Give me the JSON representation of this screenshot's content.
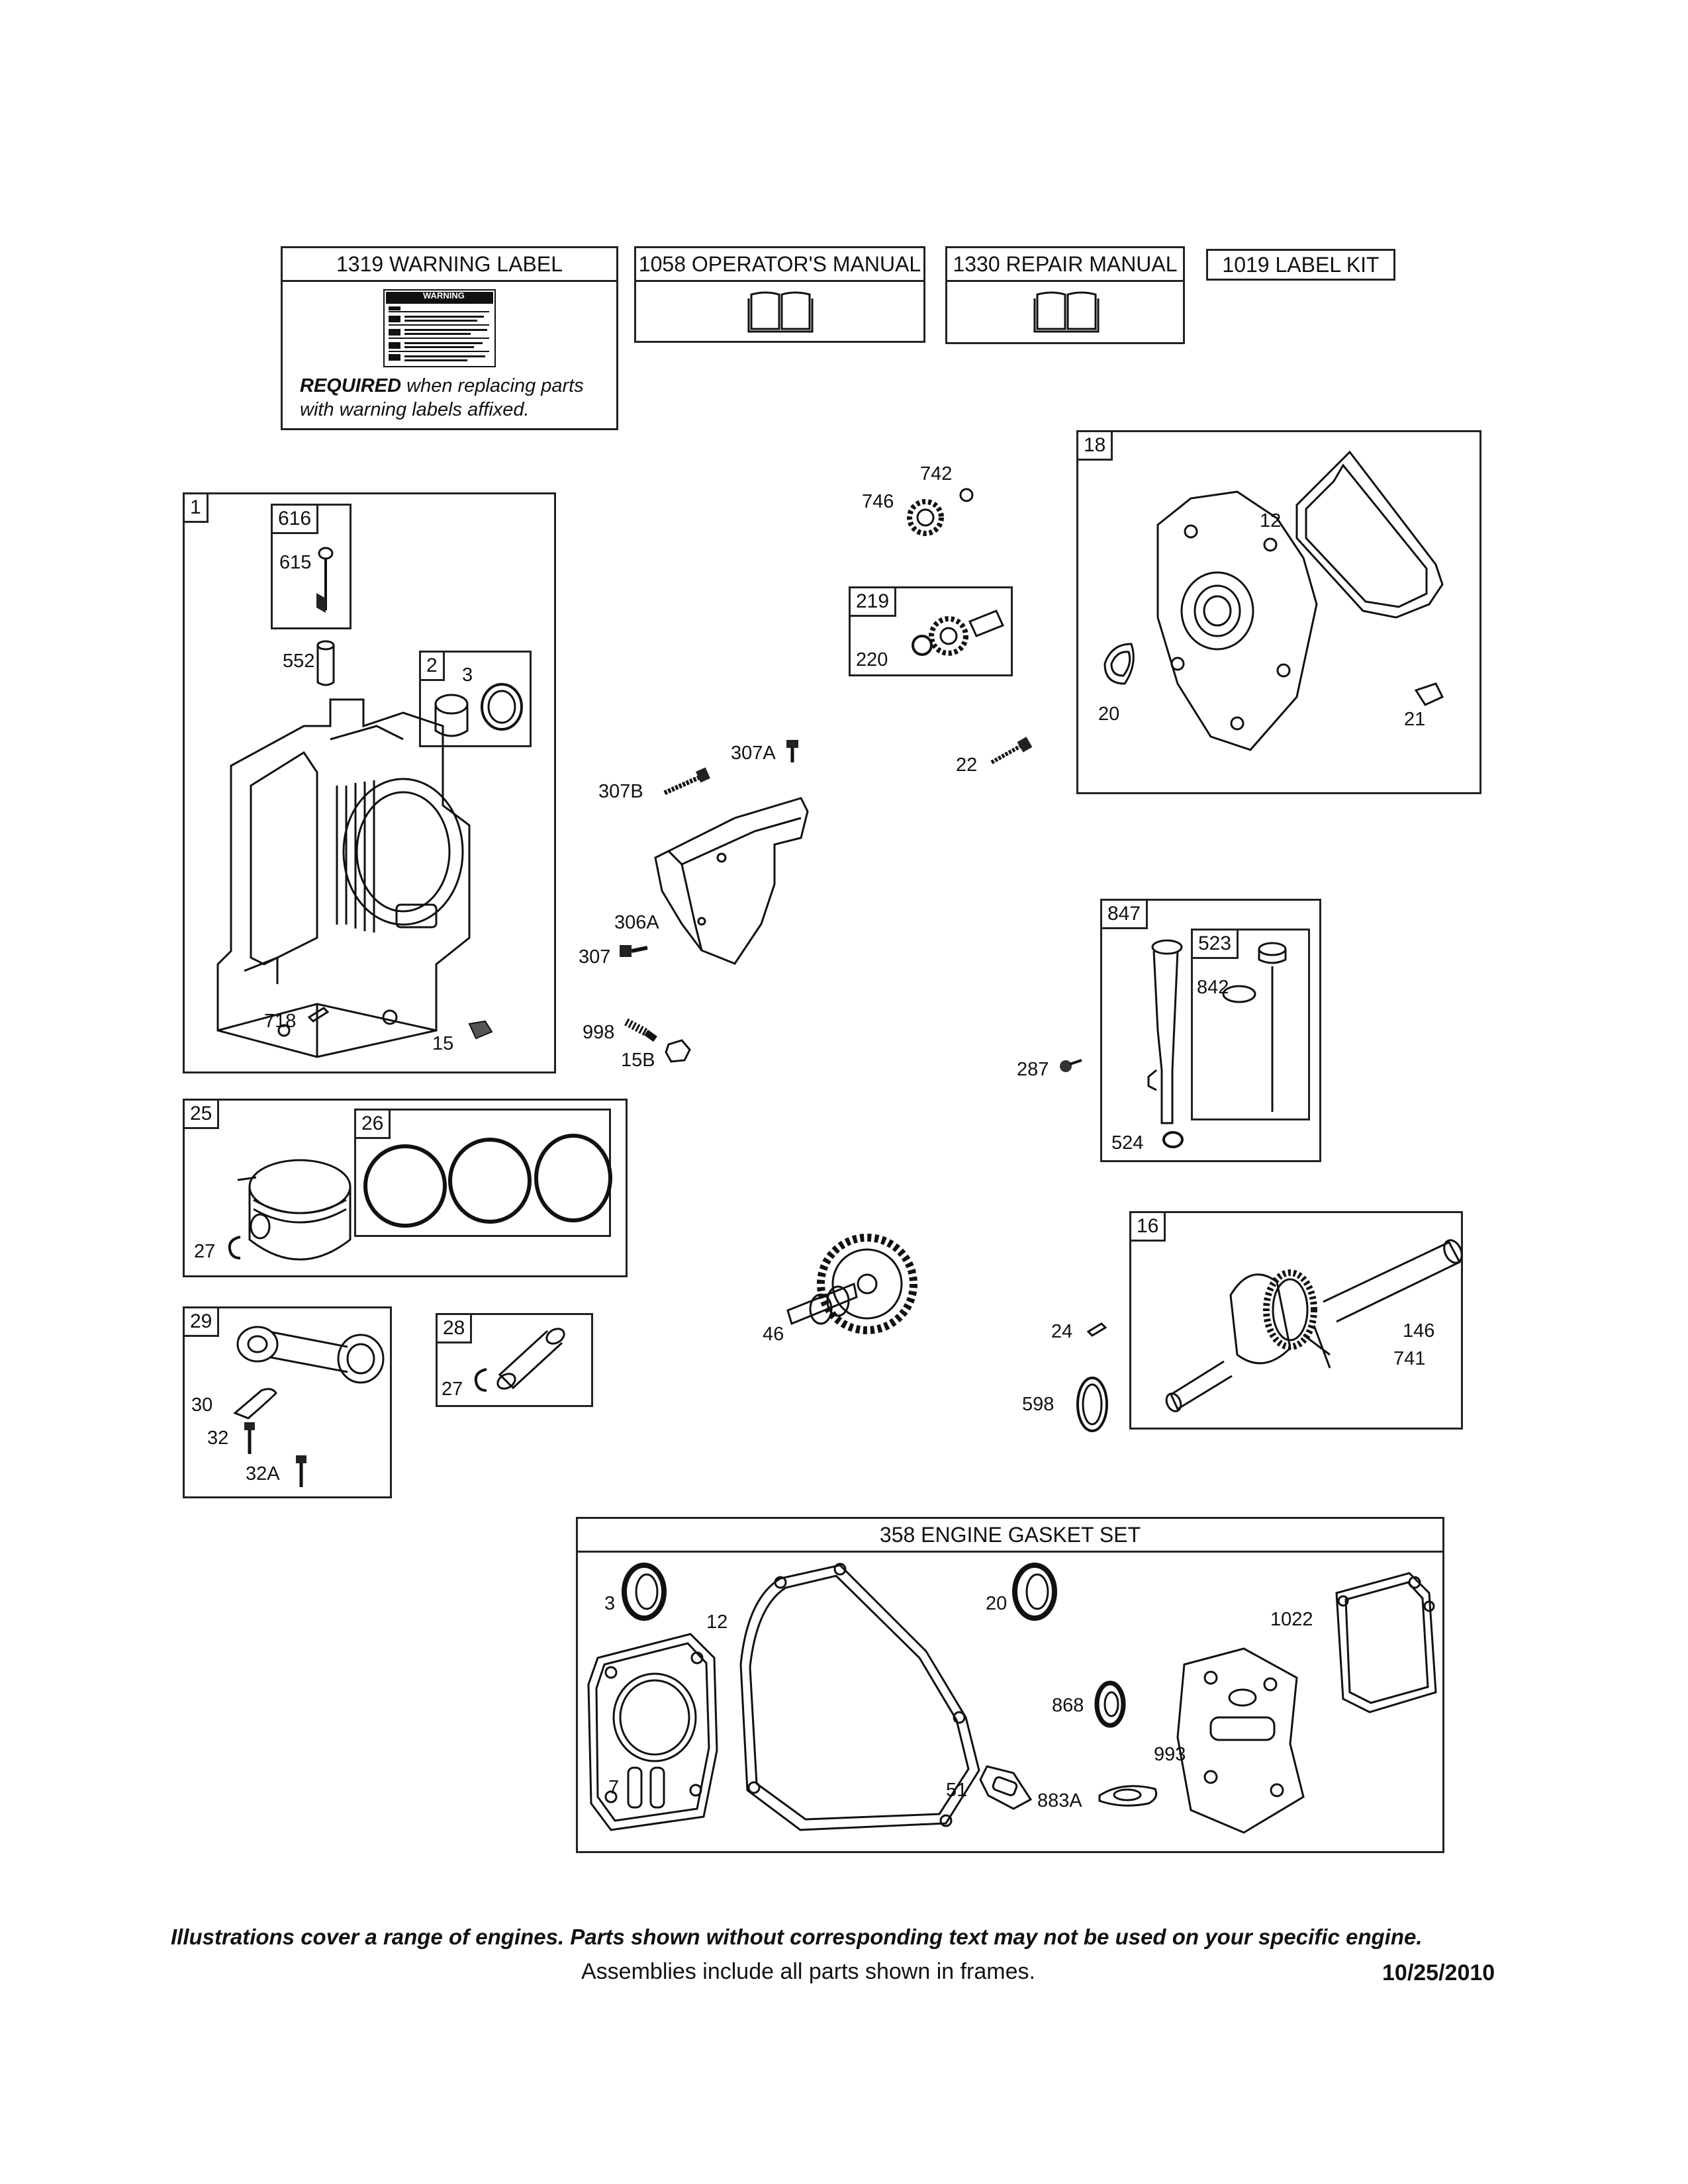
{
  "top_boxes": [
    {
      "part": "1319",
      "name": "WARNING LABEL"
    },
    {
      "part": "1058",
      "name": "OPERATOR'S MANUAL"
    },
    {
      "part": "1330",
      "name": "REPAIR MANUAL"
    },
    {
      "part": "1019",
      "name": "LABEL KIT"
    }
  ],
  "warning_label": {
    "badge": "WARNING",
    "required": "REQUIRED",
    "note_rest": " when replacing parts",
    "note_line2": "with warning labels affixed."
  },
  "frames": {
    "f1": {
      "tag": "1",
      "labels": [
        "616",
        "615",
        "552",
        "2",
        "3",
        "718",
        "15"
      ]
    },
    "f18": {
      "tag": "18",
      "labels": [
        "12",
        "20",
        "21"
      ]
    },
    "f219": {
      "tag": "219",
      "labels": [
        "220"
      ]
    },
    "f847": {
      "tag": "847",
      "inner": "523",
      "labels": [
        "842",
        "524"
      ]
    },
    "f25": {
      "tag": "25",
      "inner": "26",
      "labels": [
        "27"
      ]
    },
    "f29": {
      "tag": "29",
      "labels": [
        "30",
        "32",
        "32A"
      ]
    },
    "f28": {
      "tag": "28",
      "labels": [
        "27"
      ]
    },
    "f16": {
      "tag": "16",
      "labels": [
        "146",
        "741"
      ]
    }
  },
  "loose_labels": [
    "742",
    "746",
    "307A",
    "22",
    "307B",
    "306A",
    "307",
    "998",
    "15B",
    "287",
    "46",
    "24",
    "598"
  ],
  "gasket_set": {
    "part": "358",
    "name": "ENGINE GASKET SET",
    "labels": [
      "3",
      "12",
      "20",
      "1022",
      "868",
      "993",
      "7",
      "51",
      "883A"
    ]
  },
  "footer": {
    "disclaimer": "Illustrations cover a range of engines. Parts shown without corresponding text may not be used on your specific engine.",
    "assemblies": "Assemblies include all parts shown in frames.",
    "date": "10/25/2010"
  }
}
